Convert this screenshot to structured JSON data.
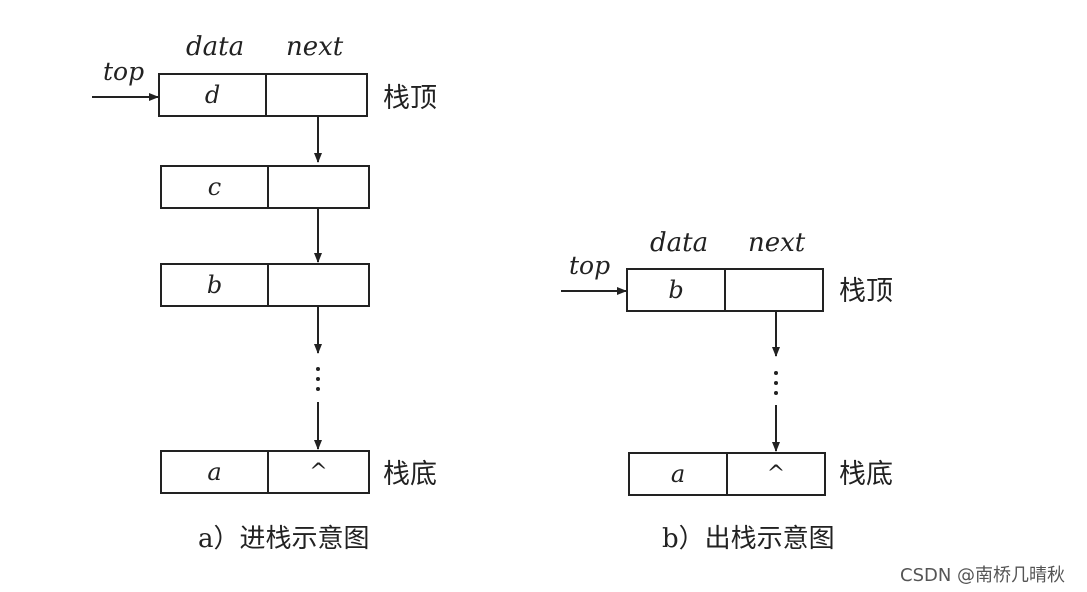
{
  "push": {
    "header_data": "data",
    "header_next": "next",
    "top_label": "top",
    "nodes": [
      {
        "data": "d",
        "next": ""
      },
      {
        "data": "c",
        "next": ""
      },
      {
        "data": "b",
        "next": ""
      },
      {
        "data": "a",
        "next": "^"
      }
    ],
    "top_side_label": "栈顶",
    "bottom_side_label": "栈底",
    "caption": "a）进栈示意图"
  },
  "pop": {
    "header_data": "data",
    "header_next": "next",
    "top_label": "top",
    "nodes": [
      {
        "data": "b",
        "next": ""
      },
      {
        "data": "a",
        "next": "^"
      }
    ],
    "top_side_label": "栈顶",
    "bottom_side_label": "栈底",
    "caption": "b）出栈示意图"
  },
  "watermark": "CSDN @南桥几晴秋"
}
